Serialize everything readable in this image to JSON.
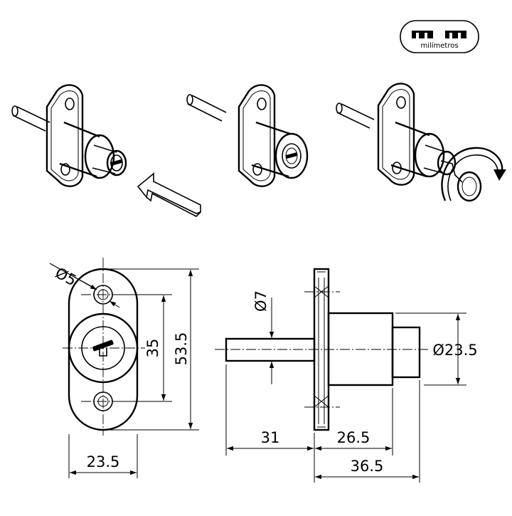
{
  "logo": {
    "mark": "mm",
    "subtitle": "milímetros"
  },
  "steps": [
    {
      "name": "step-1-insert-key"
    },
    {
      "name": "step-2-press-cylinder"
    },
    {
      "name": "step-3-turn-key"
    }
  ],
  "front_view": {
    "hole_diameter": "Ø5",
    "hole_spacing": "35",
    "overall_height": "53.5",
    "width": "23.5"
  },
  "side_view": {
    "pin_diameter": "Ø7",
    "body_diameter": "Ø23.5",
    "pin_length": "31",
    "body_length": "26.5",
    "total_length": "36.5"
  },
  "colors": {
    "line": "#000000",
    "background": "#ffffff"
  }
}
